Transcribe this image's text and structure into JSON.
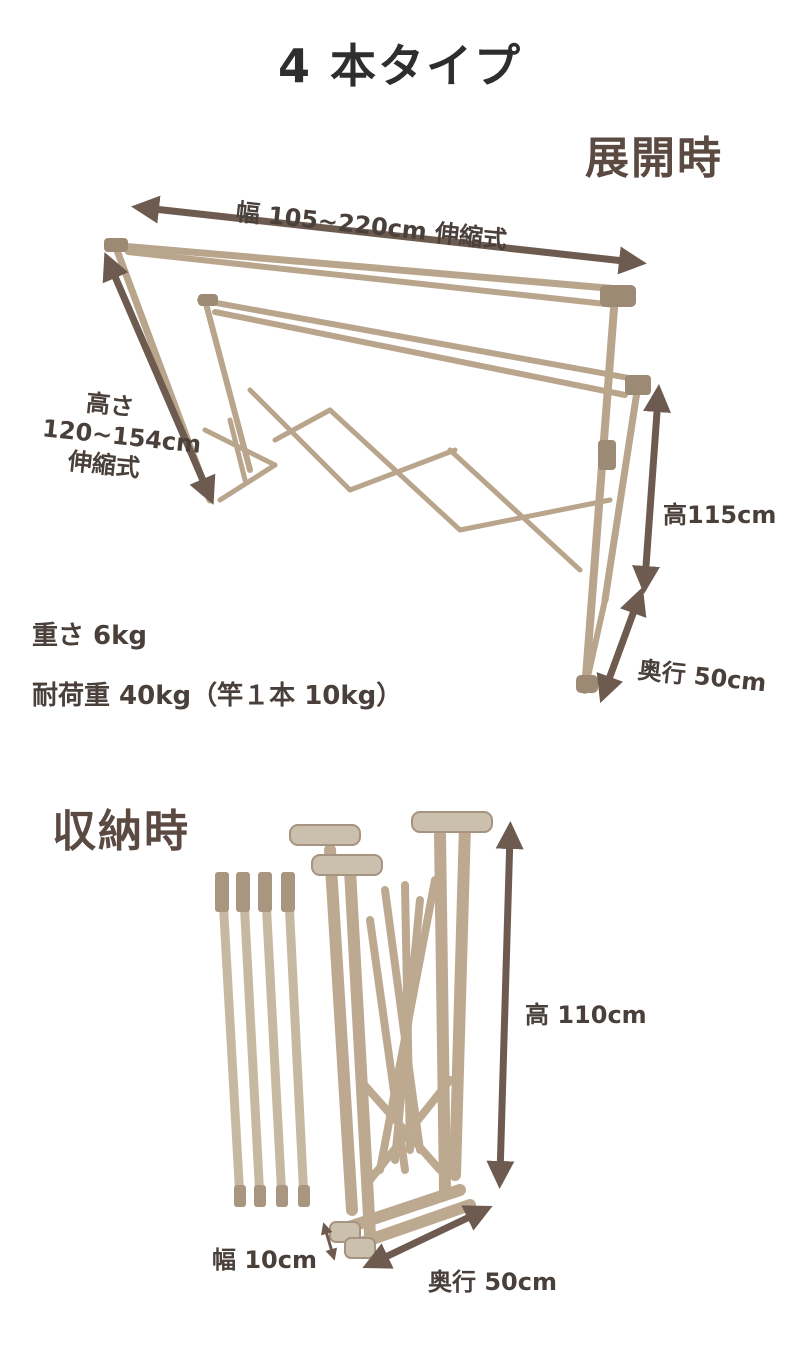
{
  "title": "4 本タイプ",
  "expanded": {
    "heading": "展開時",
    "width_label": "幅 105~220cm 伸縮式",
    "height_label_line1": "高さ",
    "height_label_line2": "120~154cm",
    "height_label_line3": "伸縮式",
    "side_height_label": "高115cm",
    "depth_label": "奥行 50cm",
    "weight_label": "重さ 6kg",
    "load_label": "耐荷重 40kg（竿１本 10kg）"
  },
  "folded": {
    "heading": "収納時",
    "height_label": "高 110cm",
    "width_label": "幅 10cm",
    "depth_label": "奥行 50cm"
  },
  "colors": {
    "frame": "#b9a58c",
    "frame_dark": "#8f7c68",
    "arrow": "#6e5b50",
    "text": "#4a403b"
  }
}
